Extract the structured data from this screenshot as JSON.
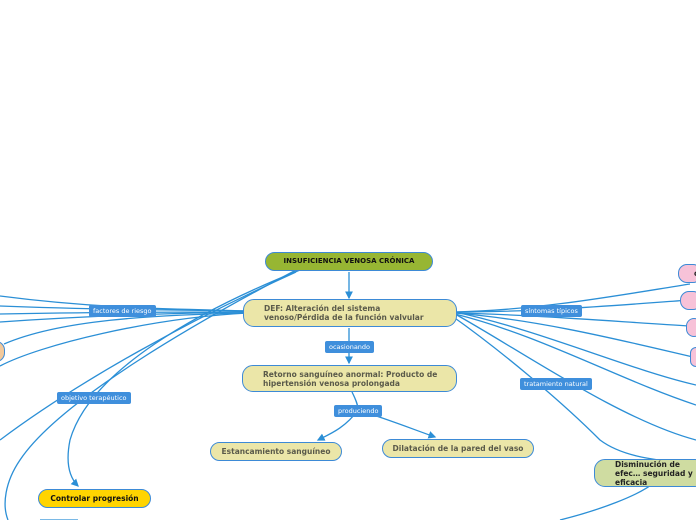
{
  "nodes": {
    "central": "INSUFICIENCIA VENOSA CRÓNICA",
    "definition": "DEF: Alteración del sistema venoso/Pérdida de la función valvular",
    "return": "Retorno sanguíneo anormal: Producto de hipertensión venosa prolongada",
    "stasis": "Estancamiento sanguíneo",
    "dilation": "Dilatación de la pared del vaso",
    "control": "Controlar progresión",
    "efficacy": "Disminución de efec… seguridad y eficacia",
    "pink_top_stub": "o"
  },
  "links": {
    "risk_factors": "factores de riesgo",
    "symptoms": "síntomas típicos",
    "causing": "ocasionando",
    "producing": "produciendo",
    "natural_treatment": "tratamiento natural",
    "therapeutic_goal": "objetivo terapéutico"
  },
  "colors": {
    "line": "#2b8fd6",
    "central_fill": "#97b633",
    "topic_fill": "#ebe6a8",
    "yellow_fill": "#ffd400",
    "green_fill": "#cfdca1",
    "pink_fill": "#f7c2d8",
    "label_fill": "#3f8fdc"
  }
}
